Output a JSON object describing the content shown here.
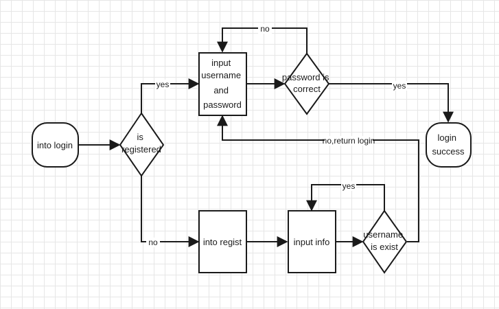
{
  "nodes": {
    "into_login": "into login",
    "is_registered": [
      "is",
      "registered"
    ],
    "input_user_pass": [
      "input",
      "username",
      "and",
      "password"
    ],
    "password_correct": [
      "password is",
      "correct"
    ],
    "login_success": [
      "login",
      "success"
    ],
    "into_regist": "into regist",
    "input_info": "input info",
    "username_exist": [
      "username",
      "is exist"
    ]
  },
  "edges": {
    "registered_yes": "yes",
    "registered_no": "no",
    "password_no": "no",
    "password_yes": "yes",
    "return_login": "no,return login",
    "exist_yes": "yes"
  }
}
